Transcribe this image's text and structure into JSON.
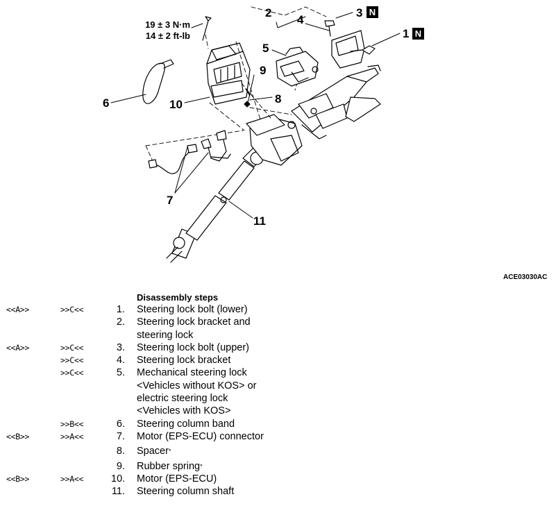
{
  "callouts": {
    "c1": "1",
    "c2": "2",
    "c3": "3",
    "c4": "4",
    "c5": "5",
    "c6": "6",
    "c7": "7",
    "c8": "8",
    "c9": "9",
    "c10": "10",
    "c11": "11"
  },
  "badges": {
    "n1": "N",
    "n3": "N"
  },
  "torque": {
    "metric": "19 ± 3 N·m",
    "imperial": "14 ± 2 ft-lb"
  },
  "figure_code": "ACE03030AC",
  "steps_title": "Disassembly steps",
  "steps": [
    {
      "c1": "<<A>>",
      "c2": ">>C<<",
      "num": "1.",
      "name": "Steering lock bolt (lower)",
      "star": ""
    },
    {
      "c1": "",
      "c2": "",
      "num": "2.",
      "name": "Steering lock bracket and steering lock",
      "star": ""
    },
    {
      "c1": "<<A>>",
      "c2": ">>C<<",
      "num": "3.",
      "name": "Steering lock bolt (upper)",
      "star": ""
    },
    {
      "c1": "",
      "c2": ">>C<<",
      "num": "4.",
      "name": "Steering lock bracket",
      "star": ""
    },
    {
      "c1": "",
      "c2": ">>C<<",
      "num": "5.",
      "name": "Mechanical steering lock <Vehicles without KOS> or electric steering lock <Vehicles with KOS>",
      "star": ""
    },
    {
      "c1": "",
      "c2": ">>B<<",
      "num": "6.",
      "name": "Steering column band",
      "star": ""
    },
    {
      "c1": "<<B>>",
      "c2": ">>A<<",
      "num": "7.",
      "name": "Motor (EPS-ECU) connector",
      "star": ""
    },
    {
      "c1": "",
      "c2": "",
      "num": "8.",
      "name": "Spacer",
      "star": "*"
    },
    {
      "c1": "",
      "c2": "",
      "num": "9.",
      "name": "Rubber spring",
      "star": "*"
    },
    {
      "c1": "<<B>>",
      "c2": ">>A<<",
      "num": "10.",
      "name": "Motor (EPS-ECU)",
      "star": ""
    },
    {
      "c1": "",
      "c2": "",
      "num": "11.",
      "name": "Steering column shaft",
      "star": ""
    }
  ]
}
